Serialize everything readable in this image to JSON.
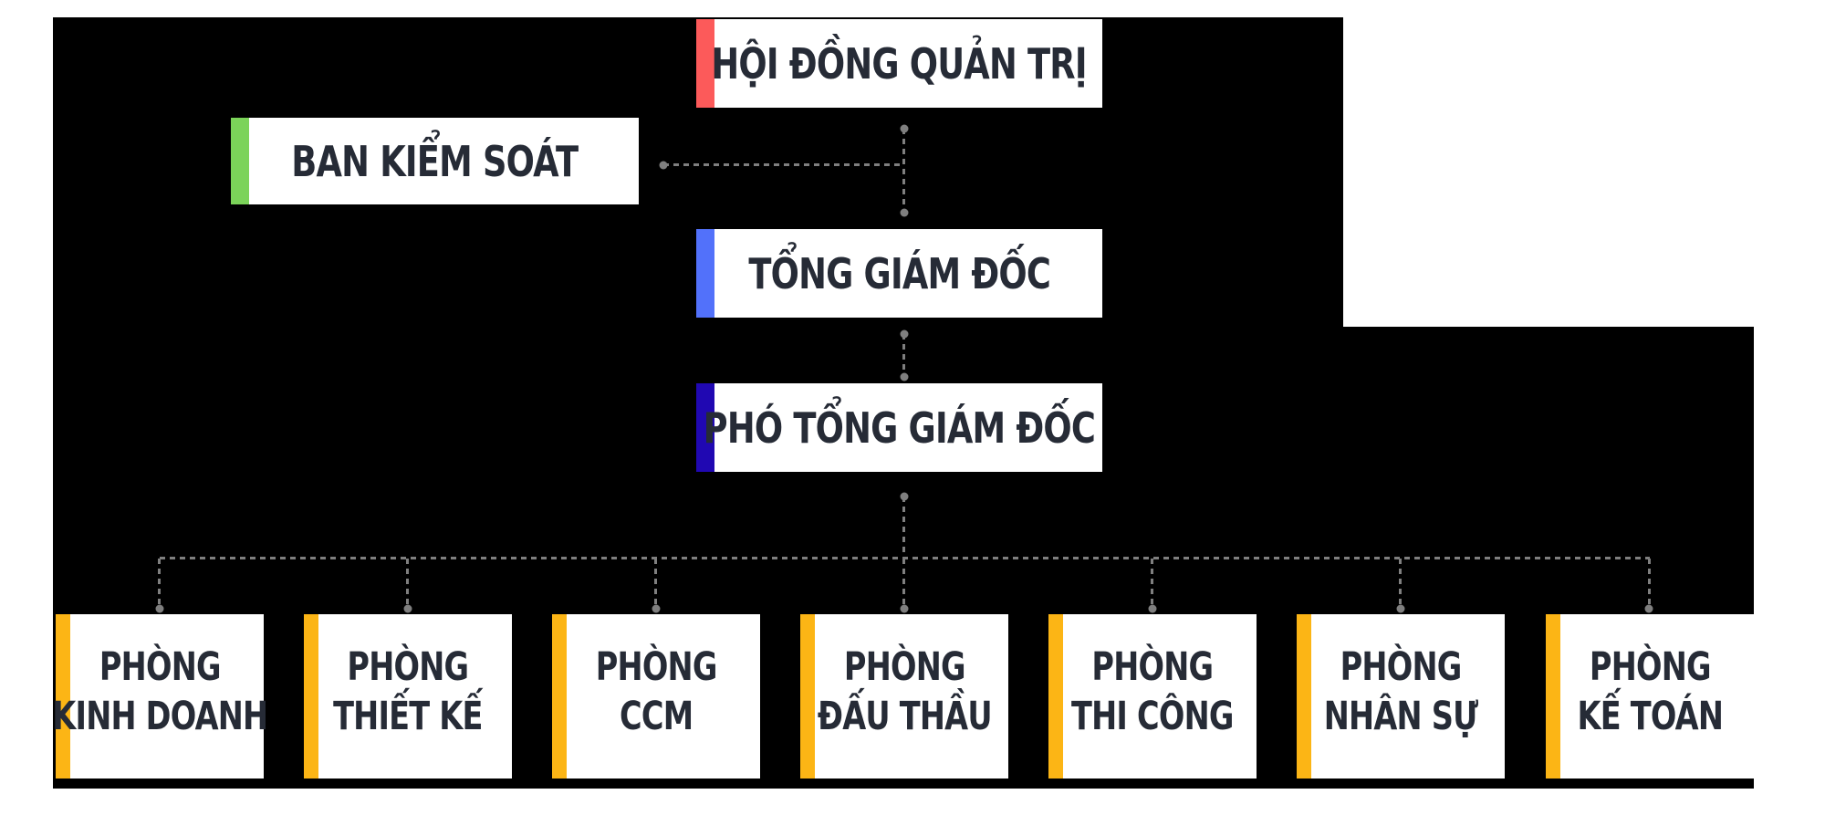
{
  "colors": {
    "page_background": "#ffffff",
    "panel": "#000000",
    "box": "#ffffff",
    "text": "#262b36",
    "connector": "#7f7f7f"
  },
  "nodes": {
    "board": {
      "label": "HỘI ĐỒNG QUẢN TRỊ",
      "accent": "#fc5a5a"
    },
    "supervisory": {
      "label": "BAN KIỂM SOÁT",
      "accent": "#7bd359"
    },
    "ceo": {
      "label": "TỔNG GIÁM ĐỐC",
      "accent": "#5271fa"
    },
    "deputy": {
      "label": "PHÓ TỔNG GIÁM ĐỐC",
      "accent": "#2008b2"
    }
  },
  "departments": [
    {
      "line1": "PHÒNG",
      "line2": "KINH DOANH",
      "accent": "#fcb515"
    },
    {
      "line1": "PHÒNG",
      "line2": "THIẾT KẾ",
      "accent": "#fcb515"
    },
    {
      "line1": "PHÒNG",
      "line2": "CCM",
      "accent": "#fcb515"
    },
    {
      "line1": "PHÒNG",
      "line2": "ĐẤU THẦU",
      "accent": "#fcb515"
    },
    {
      "line1": "PHÒNG",
      "line2": "THI CÔNG",
      "accent": "#fcb515"
    },
    {
      "line1": "PHÒNG",
      "line2": "NHÂN SỰ",
      "accent": "#fcb515"
    },
    {
      "line1": "PHÒNG",
      "line2": "KẾ TOÁN",
      "accent": "#fcb515"
    }
  ]
}
